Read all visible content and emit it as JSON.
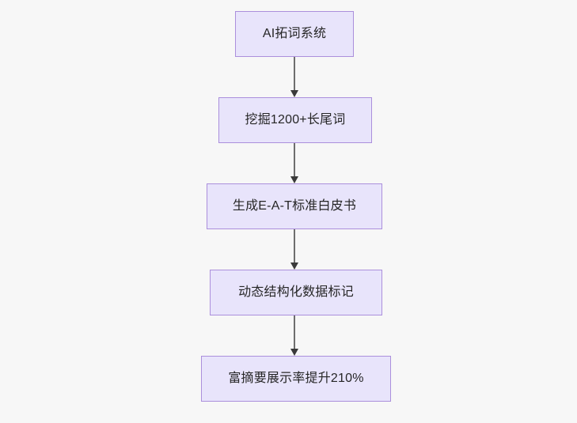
{
  "diagram": {
    "type": "flowchart",
    "orientation": "top-to-bottom",
    "background_color": "#f7f7f7",
    "node_fill_color": "#e8e4fb",
    "node_border_color": "#ab8fdc",
    "node_text_color": "#262626",
    "edge_color": "#6e6e6e",
    "arrowhead_color": "#3a3a3a",
    "nodes": [
      {
        "id": "n1",
        "label": "AI拓词系统"
      },
      {
        "id": "n2",
        "label": "挖掘1200+长尾词"
      },
      {
        "id": "n3",
        "label": "生成E-A-T标准白皮书"
      },
      {
        "id": "n4",
        "label": "动态结构化数据标记"
      },
      {
        "id": "n5",
        "label": "富摘要展示率提升210%"
      }
    ],
    "edges": [
      {
        "from": "n1",
        "to": "n2",
        "label": ""
      },
      {
        "from": "n2",
        "to": "n3",
        "label": ""
      },
      {
        "from": "n3",
        "to": "n4",
        "label": ""
      },
      {
        "from": "n4",
        "to": "n5",
        "label": ""
      }
    ]
  }
}
